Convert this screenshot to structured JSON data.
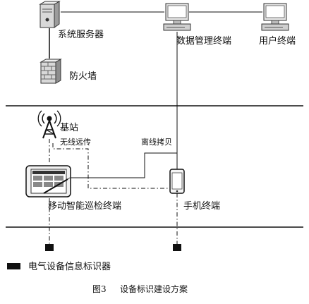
{
  "nodes": {
    "server": "系统服务器",
    "firewall": "防火墙",
    "data_terminal": "数据管理终端",
    "user_terminal": "用户终端",
    "base_station": "基站",
    "mobile_device": "移动智能巡检终端",
    "phone_terminal": "手机终端"
  },
  "links": {
    "wireless": "无线远传",
    "offline_copy": "离线拷贝"
  },
  "legend": {
    "tag_label": "电气设备信息标识器"
  },
  "caption": {
    "figure_number": "图3",
    "title": "设备标识建设方案"
  }
}
